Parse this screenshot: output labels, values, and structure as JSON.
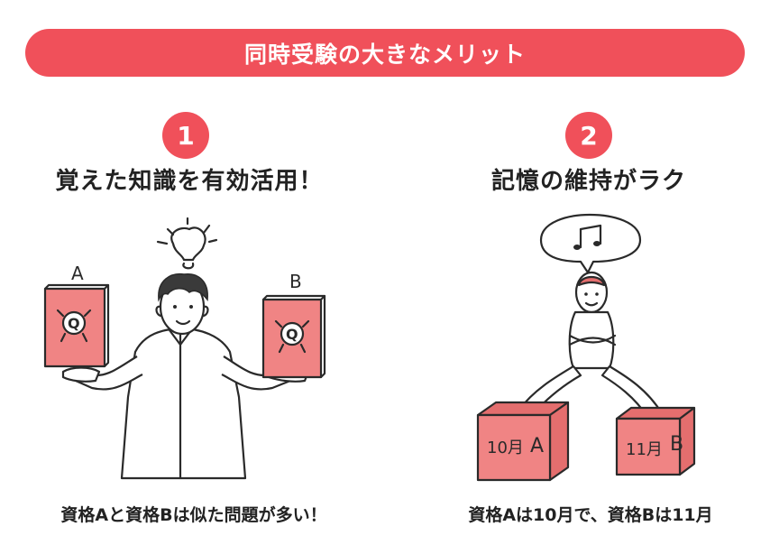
{
  "banner": {
    "title": "同時受験の大きなメリット"
  },
  "left": {
    "number": "1",
    "heading": "覚えた知識を有効活用！",
    "caption": "資格Aと資格Bは似た問題が多い！",
    "book_a_label": "A",
    "book_b_label": "B",
    "book_mark": "Q"
  },
  "right": {
    "number": "2",
    "heading": "記憶の維持がラク",
    "caption": "資格Aは10月で、資格Bは11月",
    "box_a_month": "10月",
    "box_a_label": "A",
    "box_b_month": "11月",
    "box_b_label": "B",
    "music_icon": "music-note-icon"
  },
  "colors": {
    "accent": "#f0505a",
    "pink": "#f08484"
  }
}
